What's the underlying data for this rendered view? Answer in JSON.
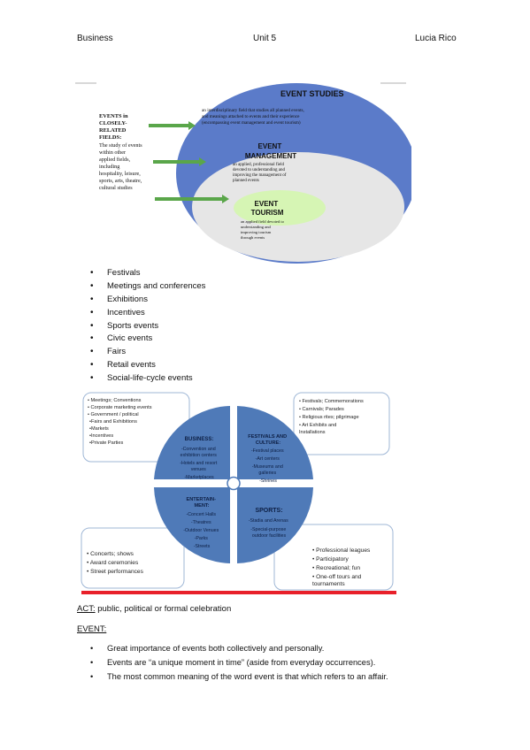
{
  "header": {
    "left": "Business",
    "center": "Unit 5",
    "right": "Lucia Rico"
  },
  "figure1": {
    "studies_title": "EVENT STUDIES",
    "studies_desc": [
      "an interdisciplinary field that studies all planned events,",
      "and meanings attached to events and their experience",
      "(encompassing event management and event tourism)"
    ],
    "management_title": [
      "EVENT",
      "MANAGEMENT"
    ],
    "management_desc": [
      "an applied, professional field",
      "devoted to understanding and",
      "improving the management of",
      "planned events"
    ],
    "tourism_title": [
      "EVENT",
      "TOURISM"
    ],
    "tourism_desc": [
      "an applied field devoted to",
      "understanding and",
      "improving tourism",
      "through events"
    ],
    "related_title": [
      "EVENTS in",
      "CLOSELY-",
      "RELATED",
      "FIELDS:"
    ],
    "related_desc": [
      "The study of events",
      "within other",
      "applied fields,",
      "including",
      "hospitality, leisure,",
      "sports, arts, theatre,",
      "cultural studies"
    ],
    "colors": {
      "outer": "#5b7bc9",
      "middle": "#e6e6e6",
      "inner": "#d6f5b4",
      "arrow": "#5aa64a"
    }
  },
  "list1": [
    "Festivals",
    "Meetings and conferences",
    "Exhibitions",
    "Incentives",
    "Sports events",
    "Civic events",
    "Fairs",
    "Retail events",
    "Social-life-cycle events"
  ],
  "figure2": {
    "top_left_box": [
      "• Meetings; Conventions",
      "• Corporate marketing events",
      "• Government / political",
      "•Fairs and Exhibitions",
      "•Markets",
      "•Incentives",
      "•Private Parties"
    ],
    "top_right_box": [
      "• Festivals; Commemorations",
      "• Carnivals; Parades",
      "• Religious rites; pilgrimage",
      "• Art Exhibits and",
      "  Installations"
    ],
    "bottom_left_box": [
      "• Concerts; shows",
      "• Award ceremonies",
      "• Street performances"
    ],
    "bottom_right_box": [
      "• Professional leagues",
      "• Participatory",
      "• Recreational; fun",
      "• One-off tours and",
      "  tournaments"
    ],
    "q_business_title": "BUSINESS:",
    "q_business": [
      "-Convention and",
      "exhibition centers",
      "-Hotels and resort",
      "venues",
      "-Marketplaces"
    ],
    "q_festivals_title": [
      "FESTIVALS AND",
      "CULTURE:"
    ],
    "q_festivals": [
      "-Festival places",
      "-Art centers",
      "-Museums and",
      "galleries",
      "-Shrines"
    ],
    "q_entertainment_title": [
      "ENTERTAIN-",
      "MENT:"
    ],
    "q_entertainment": [
      "-Concert Halls",
      "-Theatres",
      "-Outdoor Venues",
      "-Parks",
      "-Streets"
    ],
    "q_sports_title": "SPORTS:",
    "q_sports": [
      "-Stadia and Arenas",
      "-Special-purpose",
      "outdoor facilities"
    ],
    "colors": {
      "circle": "#4f7ab8",
      "box_border": "#9fb7d6",
      "red_bar": "#e8202a"
    }
  },
  "act": {
    "label": "ACT:",
    "text": " public, political or formal celebration"
  },
  "event": {
    "label": "EVENT:"
  },
  "list2": [
    "Great importance of events both collectively and personally.",
    "Events are “a unique moment in time” (aside from everyday occurrences).",
    "The most common meaning of the word event is that which refers to an affair."
  ]
}
